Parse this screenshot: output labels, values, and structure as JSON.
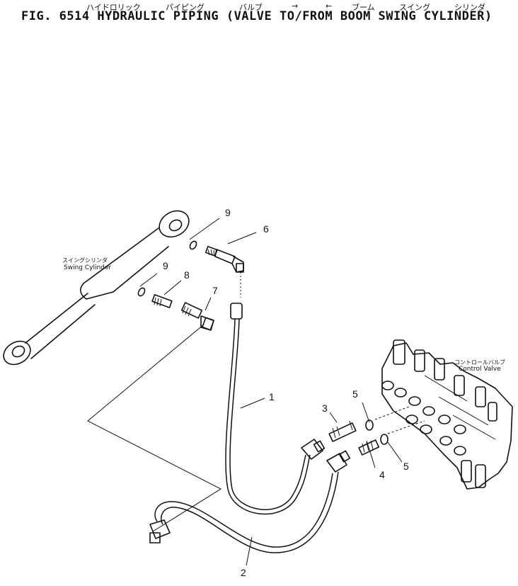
{
  "title": {
    "japanese_parts": [
      "ハイドロリック",
      "パイピング",
      "バルブ",
      "→",
      "←",
      "ブーム",
      "スイング",
      "シリンダ"
    ],
    "english": "FIG. 6514  HYDRAULIC PIPING (VALVE TO/FROM BOOM SWING CYLINDER)"
  },
  "labels": {
    "swing_cylinder_jp": "スイングシリンダ",
    "swing_cylinder_en": "Swing Cylinder",
    "control_valve_jp": "コントロールバルブ",
    "control_valve_en": "Control Valve"
  },
  "callouts": {
    "hose_1": "1",
    "hose_2": "2",
    "part_3": "3",
    "part_4": "4",
    "oring_5a": "5",
    "oring_5b": "5",
    "part_6": "6",
    "part_7": "7",
    "part_8": "8",
    "oring_9a": "9",
    "oring_9b": "9"
  }
}
